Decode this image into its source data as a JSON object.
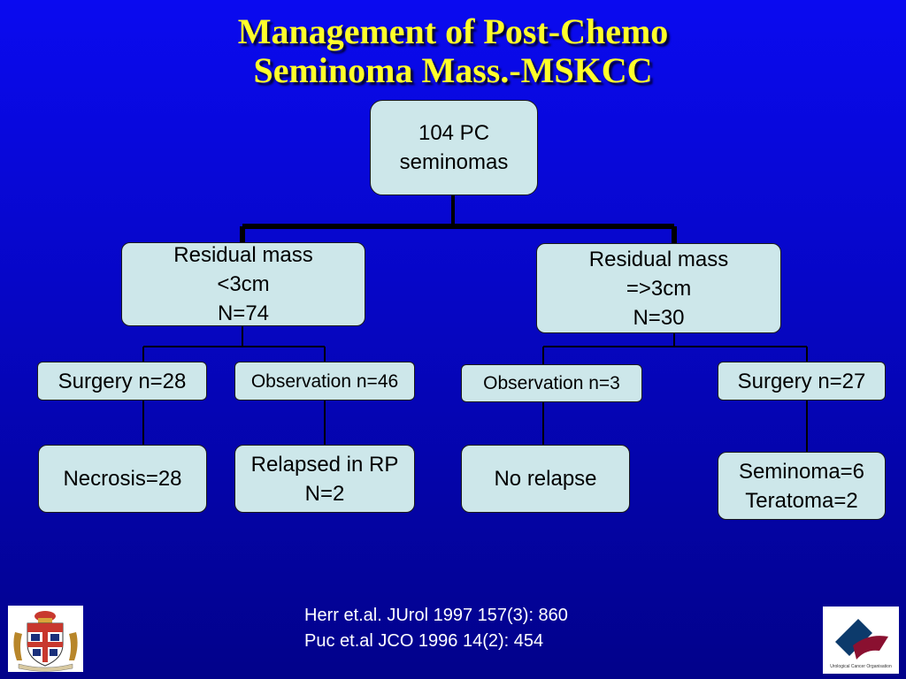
{
  "title": {
    "line1": "Management of Post-Chemo",
    "line2": "Seminoma Mass.-MSKCC"
  },
  "diagram": {
    "root": {
      "line1": "104 PC",
      "line2": "seminomas"
    },
    "left": {
      "line1": "Residual mass",
      "line2": "<3cm",
      "line3": "N=74",
      "surgery": "Surgery n=28",
      "observation": "Observation n=46",
      "necrosis": "Necrosis=28",
      "relapsed_line1": "Relapsed in RP",
      "relapsed_line2": "N=2"
    },
    "right": {
      "line1": "Residual mass",
      "line2": "=>3cm",
      "line3": "N=30",
      "observation": "Observation n=3",
      "surgery": "Surgery n=27",
      "no_relapse": "No relapse",
      "outcome_line1": "Seminoma=6",
      "outcome_line2": "Teratoma=2"
    }
  },
  "references": {
    "ref1": "Herr et.al. JUrol 1997 157(3): 860",
    "ref2": "Puc et.al JCO 1996 14(2): 454"
  },
  "logos": {
    "left": {
      "icon": "coat-of-arms-icon"
    },
    "right": {
      "icon": "urological-cancer-organisation-logo-icon",
      "text": "Urological Cancer Organisation"
    }
  },
  "colors": {
    "background_top": "#0a0af0",
    "background_bottom": "#02028a",
    "title": "#ffff2a",
    "box_fill": "#cde7ea",
    "connector": "#000000",
    "reference_text": "#ffffff"
  }
}
